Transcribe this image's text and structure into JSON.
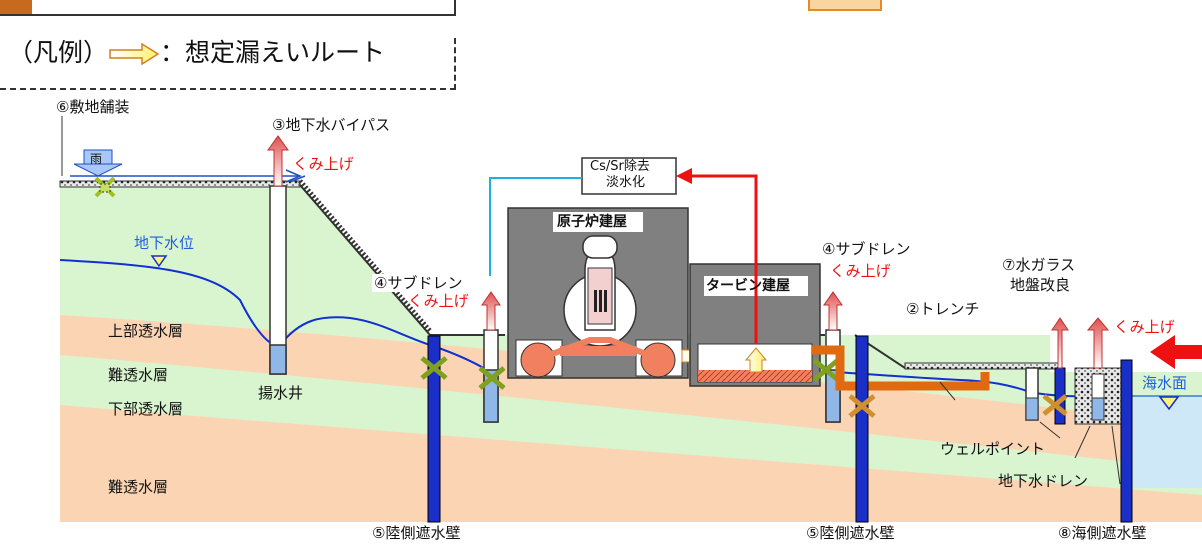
{
  "legend": {
    "prefix": "（凡例）",
    "suffix": "：想定漏えいルート"
  },
  "labels": {
    "paving": "⑥敷地舗装",
    "rain": "雨",
    "bypass": "③地下水バイパス",
    "pumpup_1": "くみ上げ",
    "gw_level": "地下水位",
    "upper_aquifer": "上部透水層",
    "aquitard_1": "難透水層",
    "lower_aquifer": "下部透水層",
    "aquitard_2": "難透水層",
    "pumping_well": "揚水井",
    "subdrain_left": "④サブドレン",
    "pumpup_2": "くみ上げ",
    "treatment_line1": "Cs/Sr除去",
    "treatment_line2": "淡水化",
    "reactor_building": "原子炉建屋",
    "turbine_building": "タービン建屋",
    "subdrain_right": "④サブドレン",
    "pumpup_3": "くみ上げ",
    "trench": "②トレンチ",
    "water_glass_1": "⑦水ガラス",
    "water_glass_2": "地盤改良",
    "pumpup_4": "くみ上げ",
    "sea_level": "海水面",
    "well_point": "ウェルポイント",
    "gw_drain": "地下水ドレン",
    "landside_wall_1": "⑤陸側遮水壁",
    "landside_wall_2": "⑤陸側遮水壁",
    "seaside_wall": "⑧海側遮水壁"
  },
  "colors": {
    "green": "#d9f5d0",
    "orange": "#fbd5b3",
    "building": "#808080",
    "wall": "#1a2ec8",
    "red": "#ee1111",
    "leak_route": "#fff37a",
    "water": "#cfe8f7"
  }
}
